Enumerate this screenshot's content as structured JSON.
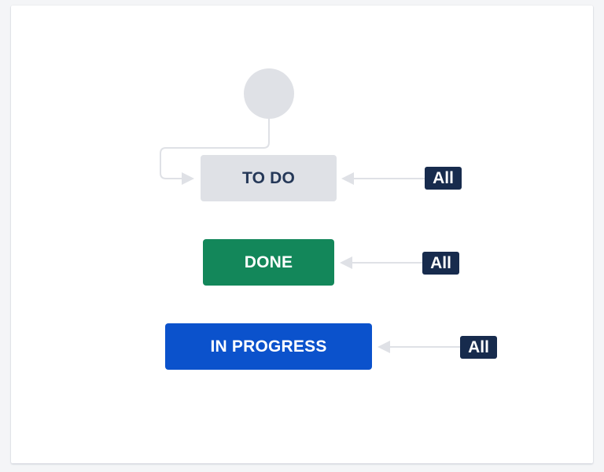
{
  "workflow": {
    "statuses": [
      {
        "id": "todo",
        "label": "TO DO",
        "color": "#dfe1e6",
        "text_color": "#253858"
      },
      {
        "id": "done",
        "label": "DONE",
        "color": "#13875a",
        "text_color": "#ffffff"
      },
      {
        "id": "inprogress",
        "label": "IN PROGRESS",
        "color": "#0b52cc",
        "text_color": "#ffffff"
      }
    ],
    "global_transitions": [
      {
        "to": "todo",
        "label": "All"
      },
      {
        "to": "done",
        "label": "All"
      },
      {
        "to": "inprogress",
        "label": "All"
      }
    ],
    "badge_color": "#172b4d",
    "connector_color": "#dfe1e6"
  }
}
